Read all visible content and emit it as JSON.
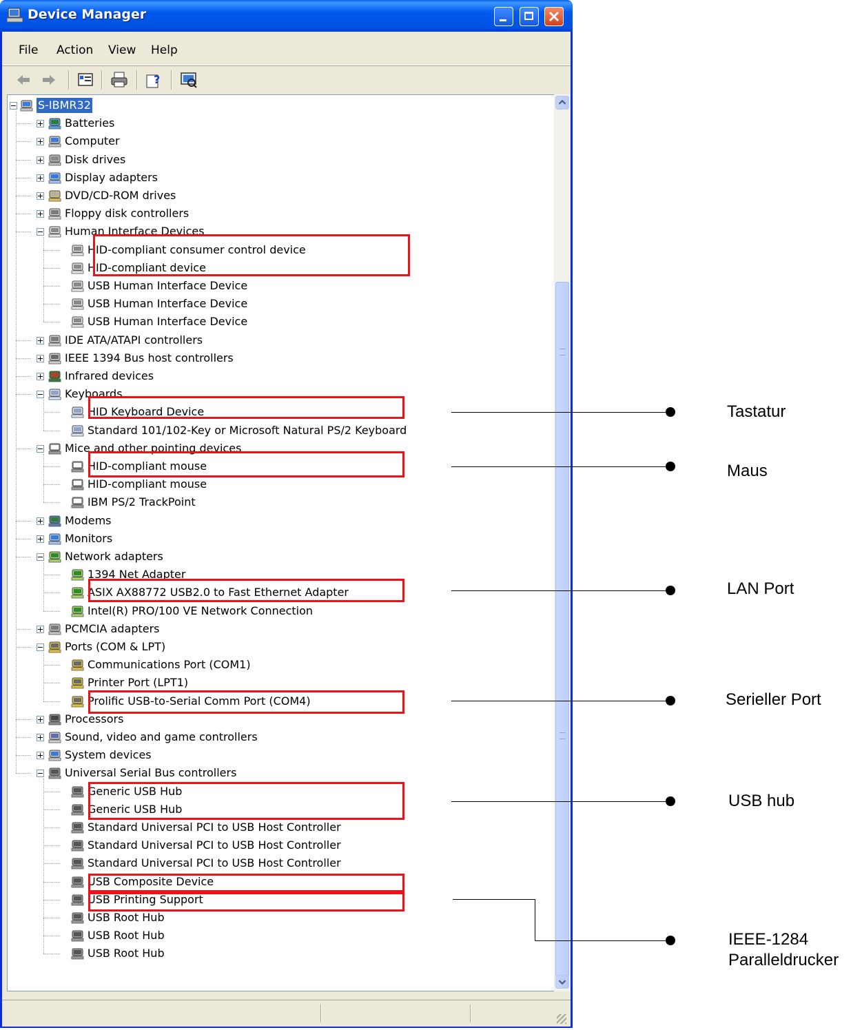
{
  "window": {
    "title": "Device Manager",
    "accent": "#0055E5",
    "menu": [
      "File",
      "Action",
      "View",
      "Help"
    ]
  },
  "toolbar": {
    "icons": [
      "back-icon",
      "forward-icon",
      "properties-icon",
      "print-icon",
      "help-icon",
      "scan-icon"
    ]
  },
  "tree": {
    "root": "S-IBMR32",
    "rows": [
      {
        "label": "S-IBMR32",
        "level": 0,
        "expander": "minus",
        "icon": "computer-icon",
        "selected": true
      },
      {
        "label": "Batteries",
        "level": 1,
        "expander": "plus",
        "icon": "battery-icon"
      },
      {
        "label": "Computer",
        "level": 1,
        "expander": "plus",
        "icon": "computer-icon"
      },
      {
        "label": "Disk drives",
        "level": 1,
        "expander": "plus",
        "icon": "disk-icon"
      },
      {
        "label": "Display adapters",
        "level": 1,
        "expander": "plus",
        "icon": "display-icon"
      },
      {
        "label": "DVD/CD-ROM drives",
        "level": 1,
        "expander": "plus",
        "icon": "dvd-icon"
      },
      {
        "label": "Floppy disk controllers",
        "level": 1,
        "expander": "plus",
        "icon": "controller-icon"
      },
      {
        "label": "Human Interface Devices",
        "level": 1,
        "expander": "minus",
        "icon": "hid-icon"
      },
      {
        "label": "HID-compliant consumer control device",
        "level": 2,
        "icon": "hid-icon"
      },
      {
        "label": "HID-compliant device",
        "level": 2,
        "icon": "hid-icon"
      },
      {
        "label": "USB Human Interface Device",
        "level": 2,
        "icon": "hid-icon"
      },
      {
        "label": "USB Human Interface Device",
        "level": 2,
        "icon": "hid-icon"
      },
      {
        "label": "USB Human Interface Device",
        "level": 2,
        "icon": "hid-icon"
      },
      {
        "label": "IDE ATA/ATAPI controllers",
        "level": 1,
        "expander": "plus",
        "icon": "controller-icon"
      },
      {
        "label": "IEEE 1394 Bus host controllers",
        "level": 1,
        "expander": "plus",
        "icon": "ieee-icon"
      },
      {
        "label": "Infrared devices",
        "level": 1,
        "expander": "plus",
        "icon": "infrared-icon"
      },
      {
        "label": "Keyboards",
        "level": 1,
        "expander": "minus",
        "icon": "keyboard-icon"
      },
      {
        "label": "HID Keyboard Device",
        "level": 2,
        "icon": "keyboard-icon"
      },
      {
        "label": "Standard 101/102-Key or Microsoft Natural PS/2 Keyboard",
        "level": 2,
        "icon": "keyboard-icon"
      },
      {
        "label": "Mice and other pointing devices",
        "level": 1,
        "expander": "minus",
        "icon": "mouse-icon"
      },
      {
        "label": "HID-compliant mouse",
        "level": 2,
        "icon": "mouse-icon"
      },
      {
        "label": "HID-compliant mouse",
        "level": 2,
        "icon": "mouse-icon"
      },
      {
        "label": "IBM PS/2 TrackPoint",
        "level": 2,
        "icon": "mouse-icon"
      },
      {
        "label": "Modems",
        "level": 1,
        "expander": "plus",
        "icon": "modem-icon"
      },
      {
        "label": "Monitors",
        "level": 1,
        "expander": "plus",
        "icon": "display-icon"
      },
      {
        "label": "Network adapters",
        "level": 1,
        "expander": "minus",
        "icon": "network-icon"
      },
      {
        "label": "1394 Net Adapter",
        "level": 2,
        "icon": "network-icon"
      },
      {
        "label": "ASIX AX88772 USB2.0 to Fast Ethernet Adapter",
        "level": 2,
        "icon": "network-icon"
      },
      {
        "label": "Intel(R) PRO/100 VE Network Connection",
        "level": 2,
        "icon": "network-icon"
      },
      {
        "label": "PCMCIA adapters",
        "level": 1,
        "expander": "plus",
        "icon": "pcmcia-icon"
      },
      {
        "label": "Ports (COM & LPT)",
        "level": 1,
        "expander": "minus",
        "icon": "port-icon"
      },
      {
        "label": "Communications Port (COM1)",
        "level": 2,
        "icon": "port-icon"
      },
      {
        "label": "Printer Port (LPT1)",
        "level": 2,
        "icon": "port-icon"
      },
      {
        "label": "Prolific USB-to-Serial Comm Port (COM4)",
        "level": 2,
        "icon": "port-icon"
      },
      {
        "label": "Processors",
        "level": 1,
        "expander": "plus",
        "icon": "processor-icon"
      },
      {
        "label": "Sound, video and game controllers",
        "level": 1,
        "expander": "plus",
        "icon": "sound-icon"
      },
      {
        "label": "System devices",
        "level": 1,
        "expander": "plus",
        "icon": "computer-icon"
      },
      {
        "label": "Universal Serial Bus controllers",
        "level": 1,
        "expander": "minus",
        "icon": "usb-icon"
      },
      {
        "label": "Generic USB Hub",
        "level": 2,
        "icon": "usb-icon"
      },
      {
        "label": "Generic USB Hub",
        "level": 2,
        "icon": "usb-icon"
      },
      {
        "label": "Standard Universal PCI to USB Host Controller",
        "level": 2,
        "icon": "usb-icon"
      },
      {
        "label": "Standard Universal PCI to USB Host Controller",
        "level": 2,
        "icon": "usb-icon"
      },
      {
        "label": "Standard Universal PCI to USB Host Controller",
        "level": 2,
        "icon": "usb-icon"
      },
      {
        "label": "USB Composite Device",
        "level": 2,
        "icon": "usb-icon"
      },
      {
        "label": "USB Printing Support",
        "level": 2,
        "icon": "usb-icon"
      },
      {
        "label": "USB Root Hub",
        "level": 2,
        "icon": "usb-icon"
      },
      {
        "label": "USB Root Hub",
        "level": 2,
        "icon": "usb-icon"
      },
      {
        "label": "USB Root Hub",
        "level": 2,
        "icon": "usb-icon"
      }
    ]
  },
  "annotations": {
    "highlight_color": "#E8141B",
    "callouts": [
      {
        "label": "Tastatur"
      },
      {
        "label": "Maus"
      },
      {
        "label": "LAN Port"
      },
      {
        "label": "Serieller Port"
      },
      {
        "label": "USB hub"
      },
      {
        "label": "IEEE-1284\nParalleldrucker"
      }
    ]
  }
}
